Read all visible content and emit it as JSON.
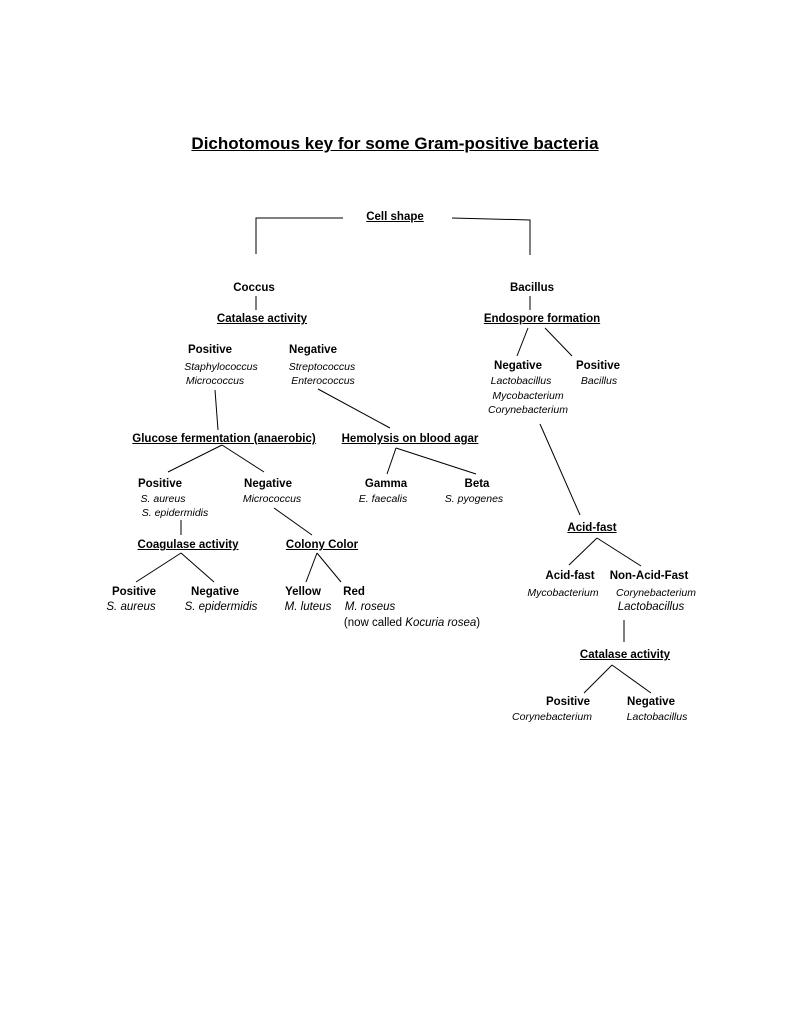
{
  "title": "Dichotomous key for some Gram-positive bacteria",
  "nodes": {
    "cell_shape": "Cell shape",
    "coccus": "Coccus",
    "bacillus": "Bacillus",
    "catalase_activity_1": "Catalase activity",
    "endospore_formation": "Endospore formation",
    "catalase_positive": "Positive",
    "catalase_negative": "Negative",
    "staphylococcus": "Staphylococcus",
    "micrococcus_1": "Micrococcus",
    "streptococcus": "Streptococcus",
    "enterococcus": "Enterococcus",
    "endospore_negative": "Negative",
    "endospore_positive": "Positive",
    "lactobacillus_1": "Lactobacillus",
    "mycobacterium_1": "Mycobacterium",
    "corynebacterium_1": "Corynebacterium",
    "bacillus_genus": "Bacillus",
    "glucose_fermentation": "Glucose fermentation (anaerobic)",
    "hemolysis": "Hemolysis on blood agar",
    "glucose_positive": "Positive",
    "glucose_negative": "Negative",
    "s_aureus_1": "S. aureus",
    "s_epidermidis_1": "S. epidermidis",
    "micrococcus_2": "Micrococcus",
    "gamma": "Gamma",
    "beta": "Beta",
    "e_faecalis": "E. faecalis",
    "s_pyogenes": "S. pyogenes",
    "acid_fast_test": "Acid-fast",
    "coagulase_activity": "Coagulase activity",
    "colony_color": "Colony Color",
    "coagulase_positive": "Positive",
    "coagulase_negative": "Negative",
    "s_aureus_2": "S. aureus",
    "s_epidermidis_2": "S. epidermidis",
    "yellow": "Yellow",
    "red": "Red",
    "m_luteus": "M. luteus",
    "m_roseus": "M. roseus",
    "now_called_prefix": "(now called ",
    "kocuria_rosea": "Kocuria rosea",
    "now_called_suffix": ")",
    "acid_fast": "Acid-fast",
    "non_acid_fast": "Non-Acid-Fast",
    "mycobacterium_2": "Mycobacterium",
    "corynebacterium_2": "Corynebacterium",
    "lactobacillus_2": "Lactobacillus",
    "catalase_activity_2": "Catalase activity",
    "catalase2_positive": "Positive",
    "catalase2_negative": "Negative",
    "corynebacterium_3": "Corynebacterium",
    "lactobacillus_3": "Lactobacillus"
  }
}
